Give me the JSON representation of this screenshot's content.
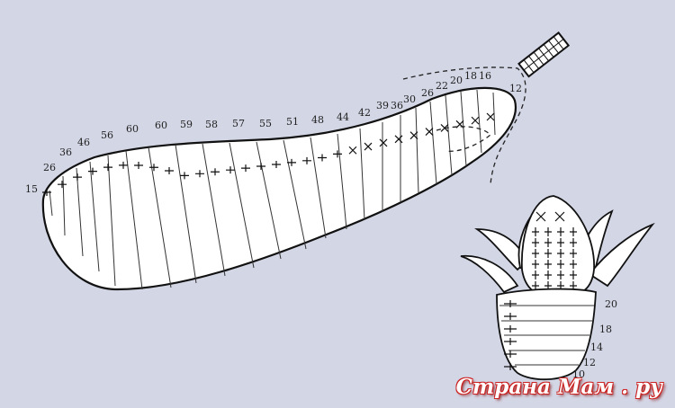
{
  "zucchini": {
    "row_labels": [
      "15",
      "26",
      "36",
      "46",
      "56",
      "60",
      "60",
      "59",
      "58",
      "57",
      "55",
      "51",
      "48",
      "44",
      "42",
      "39",
      "36",
      "30",
      "26",
      "22",
      "20",
      "18",
      "16",
      "12"
    ]
  },
  "flower": {
    "row_labels": [
      "20",
      "18",
      "14",
      "12",
      "10"
    ]
  },
  "watermark": {
    "text": "Страна Мам . ру"
  }
}
